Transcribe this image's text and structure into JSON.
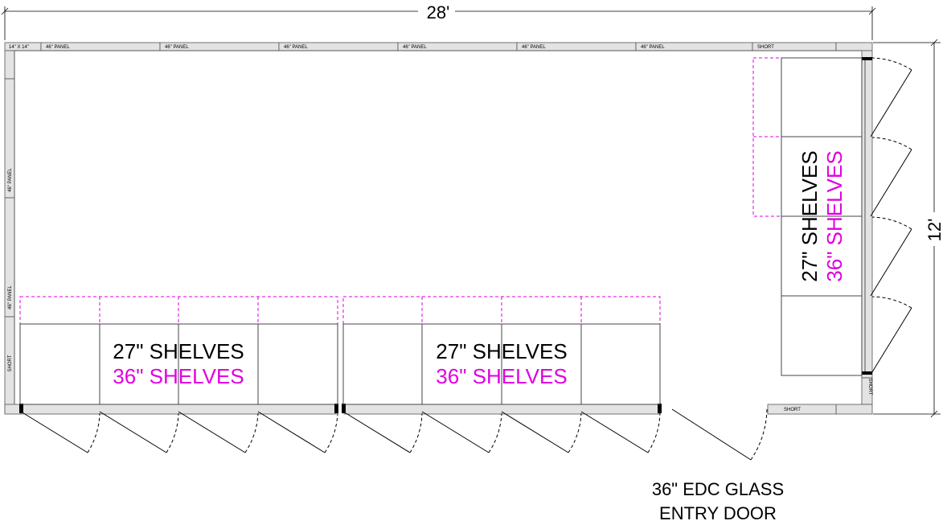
{
  "dimensions": {
    "width": "28'",
    "depth": "12'"
  },
  "top_wall_panels": [
    "14\" X 14\"",
    "46\" PANEL",
    "46\" PANEL",
    "46\" PANEL",
    "46\" PANEL",
    "46\" PANEL",
    "46\" PANEL",
    "SHORT"
  ],
  "left_wall_panels": [
    "46\" PANEL",
    "46\" PANEL",
    "SHORT"
  ],
  "bottom_wall_panels": [
    "SHORT"
  ],
  "right_wall_panels": [
    "SHORT"
  ],
  "shelf_groups": [
    {
      "label_27": "27\" SHELVES",
      "label_36": "36\" SHELVES"
    },
    {
      "label_27": "27\" SHELVES",
      "label_36": "36\" SHELVES"
    },
    {
      "label_27": "27\" SHELVES",
      "label_36": "36\" SHELVES"
    }
  ],
  "entry_door": {
    "line1": "36\" EDC GLASS",
    "line2": "ENTRY DOOR"
  },
  "colors": {
    "shelves_27": "#000000",
    "shelves_36": "#e000e0",
    "panel_fill": "#e3e3e3"
  }
}
